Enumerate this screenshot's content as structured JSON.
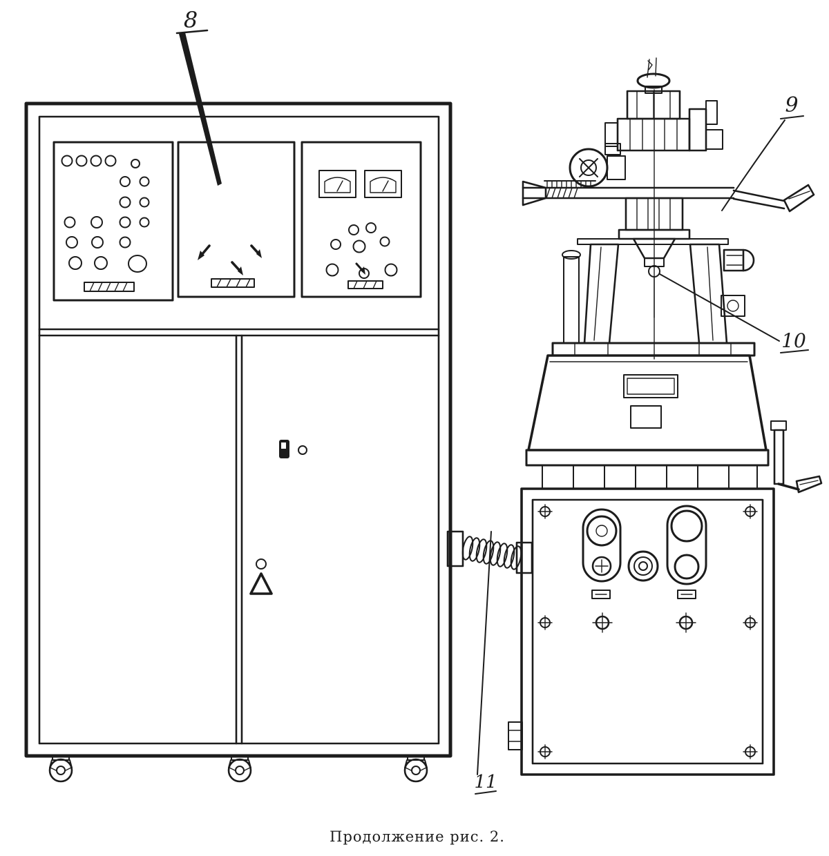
{
  "figure": {
    "caption": "Продолжение рис. 2.",
    "callouts": {
      "c8": {
        "label": "8"
      },
      "c9": {
        "label": "9"
      },
      "c10": {
        "label": "10"
      },
      "c11": {
        "label": "11"
      }
    },
    "colors": {
      "ink": "#1c1c1c",
      "paper": "#ffffff"
    }
  }
}
